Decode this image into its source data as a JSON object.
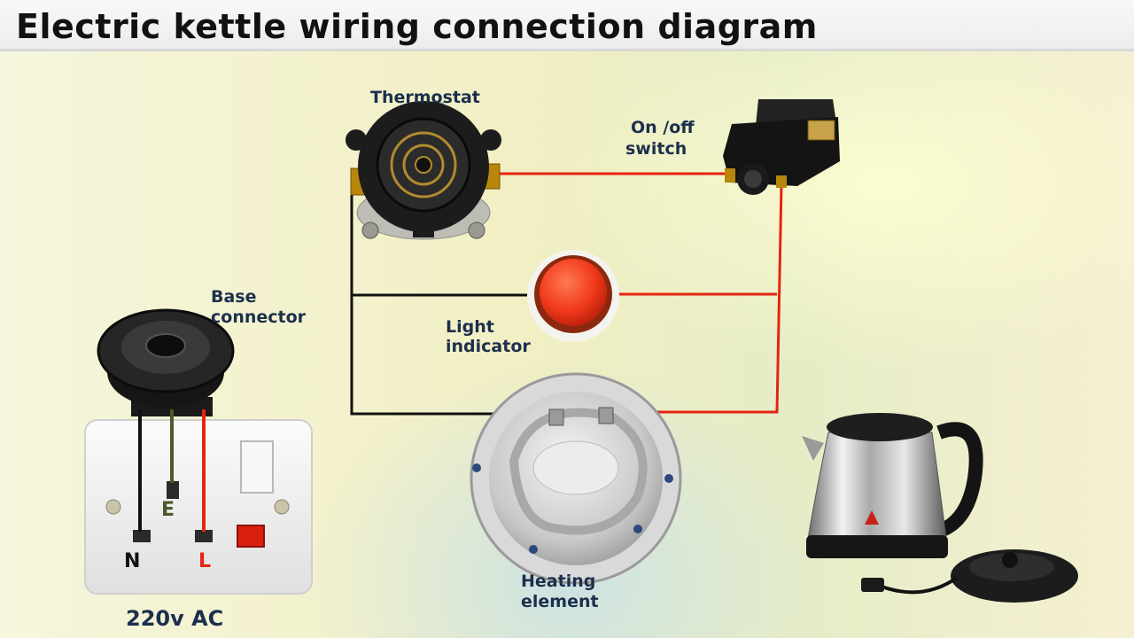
{
  "title": "Electric kettle wiring connection diagram",
  "labels": {
    "thermostat": "Thermostat",
    "switch_line1": "On /off",
    "switch_line2": "switch",
    "base_line1": "Base",
    "base_line2": "connector",
    "light_line1": "Light",
    "light_line2": "indicator",
    "heating_line1": "Heating",
    "heating_line2": "element"
  },
  "socket": {
    "neutral": "N",
    "earth": "E",
    "live": "L"
  },
  "supply": "220v AC",
  "colors": {
    "live_wire": "#e52412",
    "neutral_wire": "#111111",
    "earth_wire": "#4a5a2a",
    "label_text": "#1c2f4d",
    "indicator": "#f03a1c"
  }
}
